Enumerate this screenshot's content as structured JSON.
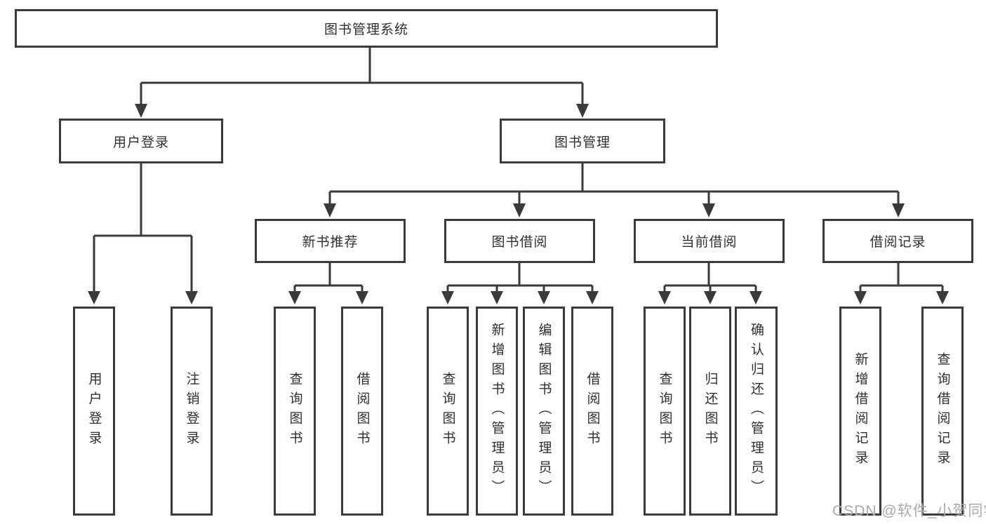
{
  "diagram": {
    "type": "hierarchy-tree"
  },
  "nodes": {
    "root": {
      "label": "图书管理系统"
    },
    "level2": [
      {
        "label": "用户登录"
      },
      {
        "label": "图书管理"
      }
    ],
    "level3": [
      {
        "label": "新书推荐"
      },
      {
        "label": "图书借阅"
      },
      {
        "label": "当前借阅"
      },
      {
        "label": "借阅记录"
      }
    ],
    "leaves": {
      "user_login": [
        "用户登录",
        "注销登录"
      ],
      "new_book": [
        "查询图书",
        "借阅图书"
      ],
      "book_borrow": [
        "查询图书",
        "新增图书（管理员）",
        "编辑图书（管理员）",
        "借阅图书"
      ],
      "current_borrow": [
        "查询图书",
        "归还图书",
        "确认归还（管理员）"
      ],
      "borrow_records": [
        "新增借阅记录",
        "查询借阅记录"
      ]
    }
  },
  "watermark": {
    "text": "CSDN @软件_小贺同学"
  },
  "colors": {
    "line": "#3a3a3a",
    "text": "#2f2f2f",
    "background": "#ffffff",
    "watermark": "#a9a9a9"
  }
}
